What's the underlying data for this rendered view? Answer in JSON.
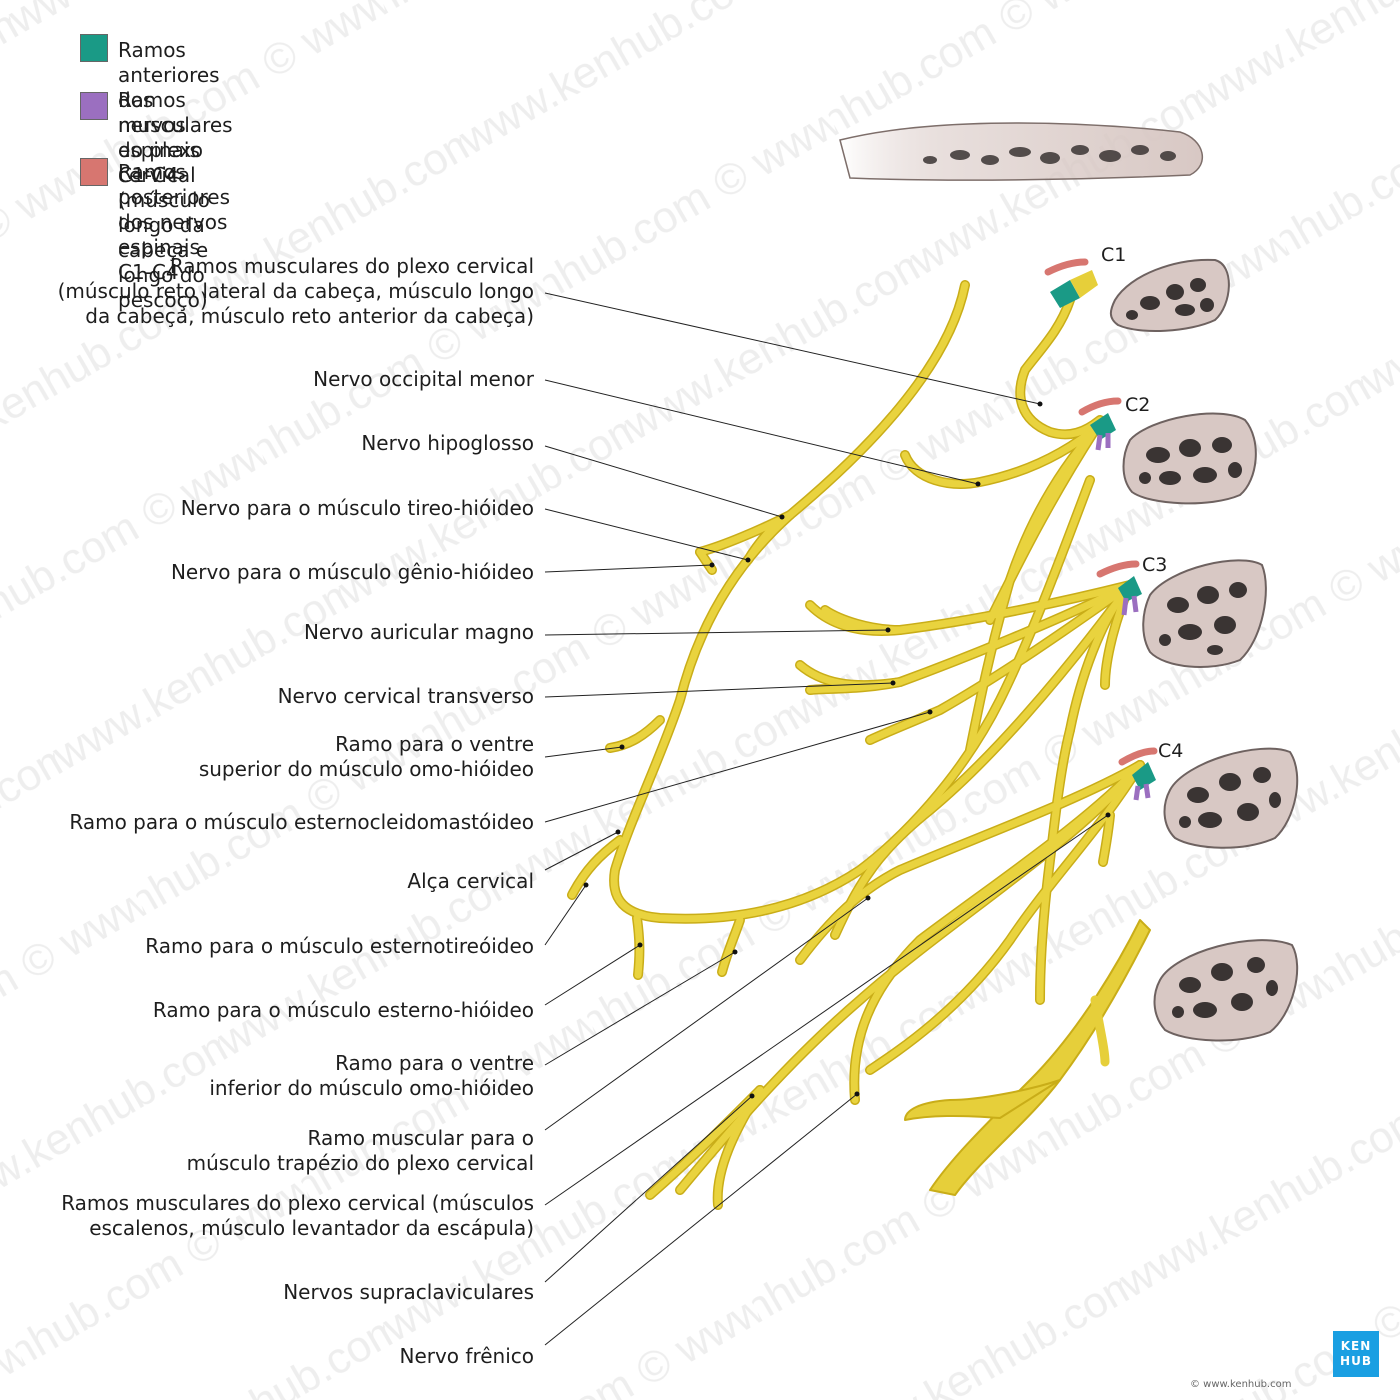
{
  "legend": [
    {
      "text": "Ramos anteriores dos nervos espinais C1-C4",
      "color": "#1a9a86"
    },
    {
      "text": "Ramos musculares do plexo cervical\n(músculo longo da cabeça e longo do pescoço)",
      "color": "#9b6fc0"
    },
    {
      "text": "Ramos posteriores dos nervos espinais C1-C4",
      "color": "#d77670"
    }
  ],
  "labels": [
    "Ramos musculares do plexo cervical\n(músculo reto lateral da cabeça, músculo longo\nda cabeça, músculo reto anterior da cabeça)",
    "Nervo occipital menor",
    "Nervo hipoglosso",
    "Nervo para o músculo tireo-hióideo",
    "Nervo para o músculo gênio-hióideo",
    "Nervo auricular magno",
    "Nervo cervical transverso",
    "Ramo para o ventre\nsuperior do músculo omo-hióideo",
    "Ramo para o músculo esternocleidomastóideo",
    "Alça cervical",
    "Ramo para o músculo esternotireóideo",
    "Ramo para o músculo esterno-hióideo",
    "Ramo para o ventre\ninferior do músculo omo-hióideo",
    "Ramo muscular para o\nmúsculo trapézio do plexo cervical",
    "Ramos musculares do plexo cervical (músculos\nescalenos, músculo levantador da escápula)",
    "Nervos supraclaviculares",
    "Nervo frênico"
  ],
  "vertebra_labels": [
    "C1",
    "C2",
    "C3",
    "C4"
  ],
  "watermark": "www.kenhub.com ©",
  "logo": {
    "line1": "KEN",
    "line2": "HUB"
  },
  "credit": "© www.kenhub.com",
  "colors": {
    "nerve": "#e6cf3a",
    "nerve_edge": "#c9ad18",
    "bone": "#d8c8c4",
    "leader": "#222222"
  }
}
